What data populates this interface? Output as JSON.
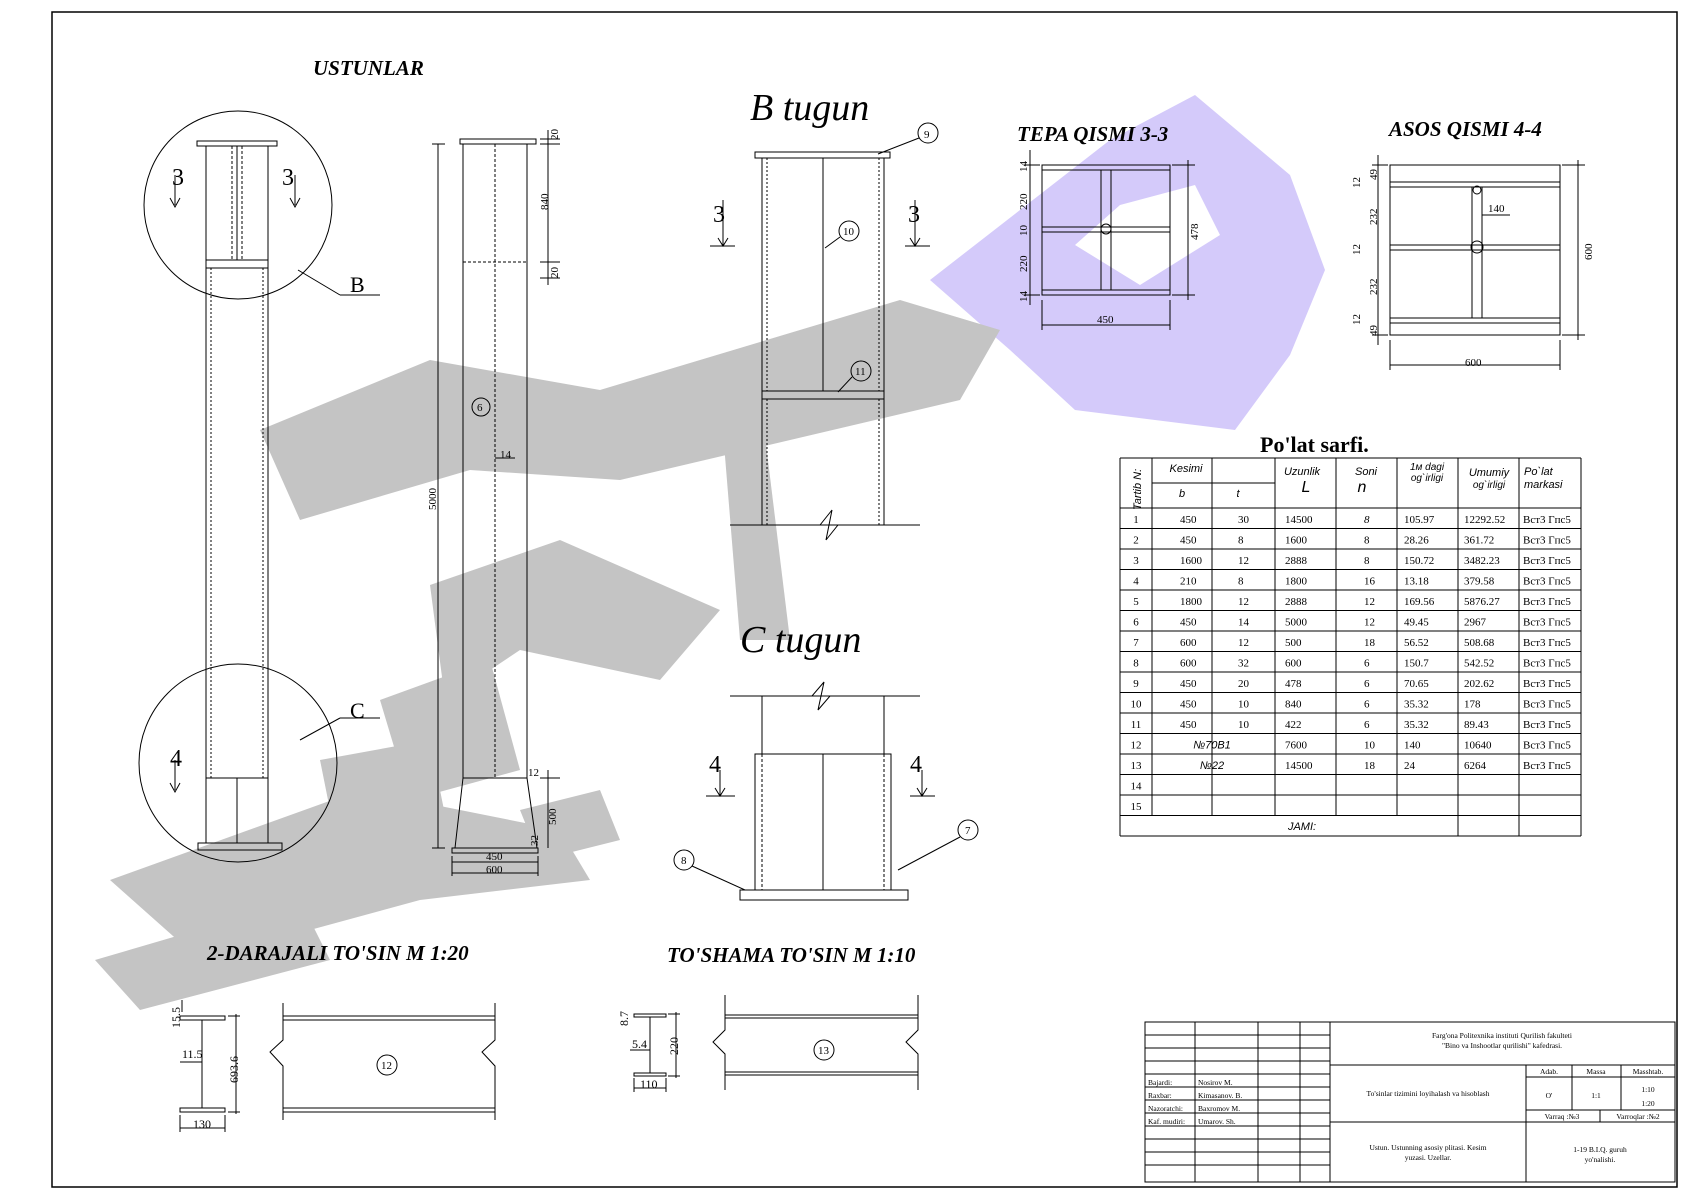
{
  "titles": {
    "columns": "USTUNLAR",
    "node_b": "B tugun",
    "node_c": "C tugun",
    "top_section": "TEPA QISMI 3-3",
    "base_section": "ASOS QISMI 4-4",
    "beam_level2": "2-DARAJALI TO'SIN M 1:20",
    "floor_beam": "TO'SHAMA TO'SIN M 1:10",
    "steel_table": "Po'lat sarfi."
  },
  "column": {
    "cut_3": "3",
    "cut_4": "4",
    "callout_b": "B",
    "callout_c": "C",
    "dims": {
      "d20a": "20",
      "d840": "840",
      "d20b": "20",
      "d5000": "5000",
      "d14": "14",
      "d12": "12",
      "d500": "500",
      "d32": "32",
      "d450": "450",
      "d600": "600"
    },
    "item_6": "6"
  },
  "node_b": {
    "cut": "3",
    "items": {
      "i9": "9",
      "i10": "10",
      "i11": "11"
    }
  },
  "node_c": {
    "cut": "4",
    "items": {
      "i7": "7",
      "i8": "8"
    }
  },
  "top_section": {
    "d14a": "14",
    "d220a": "220",
    "d10": "10",
    "d220b": "220",
    "d14b": "14",
    "d478": "478",
    "d450": "450"
  },
  "base_section": {
    "d12a": "12",
    "d49a": "49",
    "d232a": "232",
    "d12b": "12",
    "d232b": "232",
    "d12c": "12",
    "d49b": "49",
    "d600v": "600",
    "d600h": "600",
    "d140": "140"
  },
  "beam_level2": {
    "d15_5": "15.5",
    "d11_5": "11.5",
    "d693_6": "693.6",
    "d130": "130",
    "item": "12"
  },
  "floor_beam": {
    "d8_7": "8.7",
    "d5_4": "5.4",
    "d220": "220",
    "d110": "110",
    "item": "13"
  },
  "steel_table": {
    "headers": {
      "no": "Tartib N:",
      "section": "Kesimi",
      "b": "b",
      "t": "t",
      "length": "Uzunlik",
      "length_sym": "L",
      "count": "Soni",
      "count_sym": "n",
      "unit_w1": "1м dagi",
      "unit_w2": "og`irligi",
      "total_w1": "Umumiy",
      "total_w2": "og`irligi",
      "grade1": "Po`lat",
      "grade2": "markasi"
    },
    "rows": [
      {
        "n": "1",
        "b": "450",
        "t": "30",
        "l": "14500",
        "c": "8",
        "w": "105.97",
        "tw": "12292.52",
        "g": "Вст3 Гпс5"
      },
      {
        "n": "2",
        "b": "450",
        "t": "8",
        "l": "1600",
        "c": "8",
        "w": "28.26",
        "tw": "361.72",
        "g": "Вст3 Гпс5"
      },
      {
        "n": "3",
        "b": "1600",
        "t": "12",
        "l": "2888",
        "c": "8",
        "w": "150.72",
        "tw": "3482.23",
        "g": "Вст3 Гпс5"
      },
      {
        "n": "4",
        "b": "210",
        "t": "8",
        "l": "1800",
        "c": "16",
        "w": "13.18",
        "tw": "379.58",
        "g": "Вст3 Гпс5"
      },
      {
        "n": "5",
        "b": "1800",
        "t": "12",
        "l": "2888",
        "c": "12",
        "w": "169.56",
        "tw": "5876.27",
        "g": "Вст3 Гпс5"
      },
      {
        "n": "6",
        "b": "450",
        "t": "14",
        "l": "5000",
        "c": "12",
        "w": "49.45",
        "tw": "2967",
        "g": "Вст3 Гпс5"
      },
      {
        "n": "7",
        "b": "600",
        "t": "12",
        "l": "500",
        "c": "18",
        "w": "56.52",
        "tw": "508.68",
        "g": "Вст3 Гпс5"
      },
      {
        "n": "8",
        "b": "600",
        "t": "32",
        "l": "600",
        "c": "6",
        "w": "150.7",
        "tw": "542.52",
        "g": "Вст3 Гпс5"
      },
      {
        "n": "9",
        "b": "450",
        "t": "20",
        "l": "478",
        "c": "6",
        "w": "70.65",
        "tw": "202.62",
        "g": "Вст3 Гпс5"
      },
      {
        "n": "10",
        "b": "450",
        "t": "10",
        "l": "840",
        "c": "6",
        "w": "35.32",
        "tw": "178",
        "g": "Вст3 Гпс5"
      },
      {
        "n": "11",
        "b": "450",
        "t": "10",
        "l": "422",
        "c": "6",
        "w": "35.32",
        "tw": "89.43",
        "g": "Вст3 Гпс5"
      },
      {
        "n": "12",
        "b": "№70B1",
        "t": "",
        "l": "7600",
        "c": "10",
        "w": "140",
        "tw": "10640",
        "g": "Вст3 Гпс5"
      },
      {
        "n": "13",
        "b": "№22",
        "t": "",
        "l": "14500",
        "c": "18",
        "w": "24",
        "tw": "6264",
        "g": "Вст3 Гпс5"
      },
      {
        "n": "14",
        "b": "",
        "t": "",
        "l": "",
        "c": "",
        "w": "",
        "tw": "",
        "g": ""
      },
      {
        "n": "15",
        "b": "",
        "t": "",
        "l": "",
        "c": "",
        "w": "",
        "tw": "",
        "g": ""
      }
    ],
    "total_label": "JAMI:"
  },
  "title_block": {
    "institute1": "Farg'ona Politexnika instituti Qurilish fakulteti",
    "institute2": "\"Bino va Inshootlar qurilishi\" kafedrasi.",
    "project": "To'sinlar tizimini loyihalash va hisoblash",
    "stage_h": "Adab.",
    "mass_h": "Massa",
    "scale_h": "Masshtab.",
    "stage_v": "O'",
    "mass_v": "1:1",
    "scale_v1": "1:10",
    "scale_v2": "1:20",
    "sheet": "Varraq :№3",
    "sheets": "Varroqlar :№2",
    "sheet_title1": "Ustun. Ustunning asosiy plitasi. Kesim",
    "sheet_title2": "yuzasi. Uzellar.",
    "group1": "1-19 B.I.Q. guruh",
    "group2": "yo'nalishi.",
    "roles": [
      {
        "role": "Bajardi:",
        "name": "Nosirov M."
      },
      {
        "role": "Raxbar:",
        "name": "Kimasanov. B."
      },
      {
        "role": "Nazoratchi:",
        "name": "Baxromov M."
      },
      {
        "role": "Kaf. mudiri:",
        "name": "Umarov. Sh."
      }
    ]
  },
  "colors": {
    "line": "#000000",
    "watermark_gray": "#c4c4c4",
    "watermark_violet": "#d4cafa"
  }
}
